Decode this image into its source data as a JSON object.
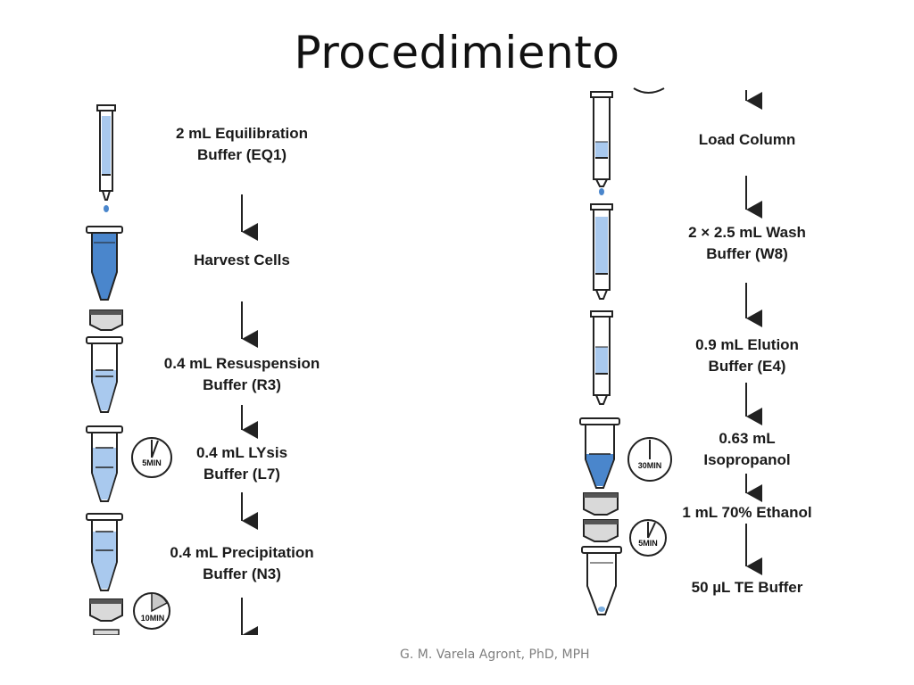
{
  "slide": {
    "title": "Procedimiento",
    "footer": "G. M. Varela Agront, PhD, MPH"
  },
  "left_steps": [
    {
      "label": "2 mL Equilibration\nBuffer (EQ1)"
    },
    {
      "label": "Harvest Cells"
    },
    {
      "label": "0.4 mL Resuspension\nBuffer (R3)"
    },
    {
      "label": "0.4 mL LYsis\nBuffer (L7)",
      "timer": "5MIN"
    },
    {
      "label": "0.4 mL Precipitation\nBuffer (N3)",
      "timer": "10MIN"
    }
  ],
  "right_steps": [
    {
      "label": "Load Column"
    },
    {
      "label": "2 × 2.5 mL Wash\nBuffer (W8)"
    },
    {
      "label": "0.9 mL Elution\nBuffer (E4)"
    },
    {
      "label": "0.63 mL\nIsopropanol",
      "timer": "30MIN"
    },
    {
      "label": "1 mL 70% Ethanol",
      "timer": "5MIN"
    },
    {
      "label": "50 µL TE Buffer"
    }
  ],
  "colors": {
    "liquid": "#7aaee0",
    "liquid_dark": "#4a86cc",
    "outline": "#222222",
    "cap": "#d9d9d9"
  }
}
